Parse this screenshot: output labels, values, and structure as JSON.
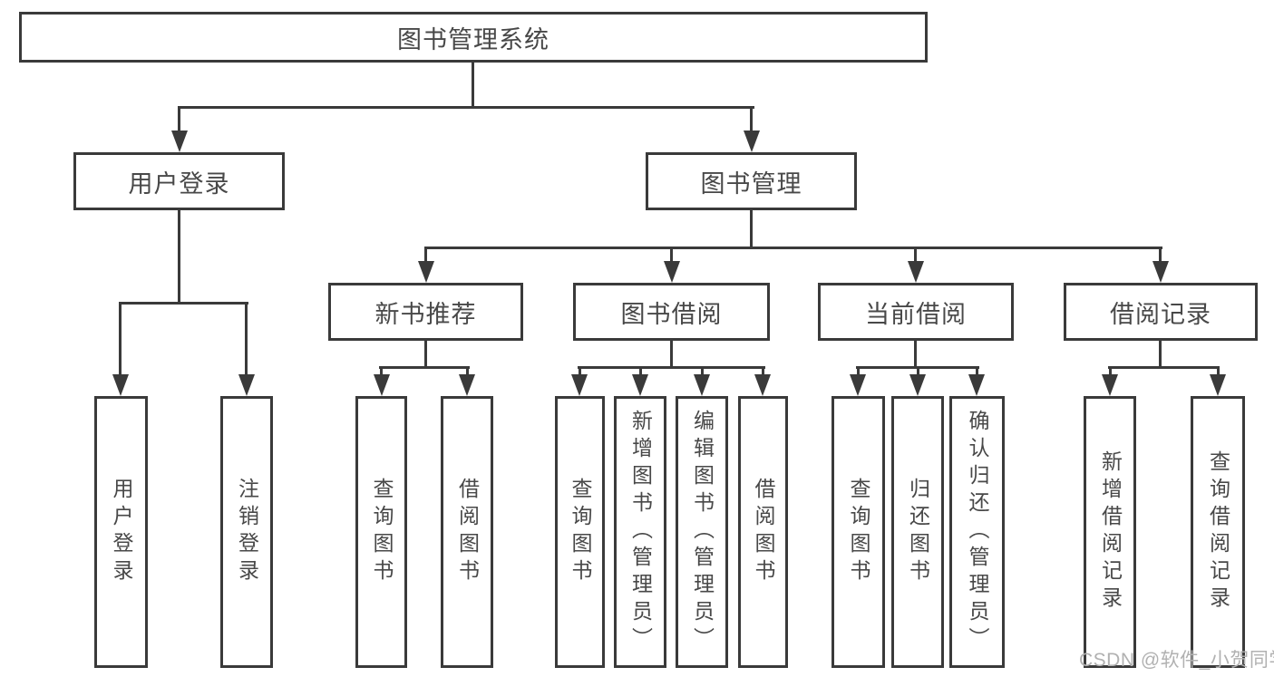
{
  "tree": {
    "label": "图书管理系统",
    "children": [
      {
        "label": "用户登录",
        "children": [
          {
            "label": "用户登录"
          },
          {
            "label": "注销登录"
          }
        ]
      },
      {
        "label": "图书管理",
        "children": [
          {
            "label": "新书推荐",
            "children": [
              {
                "label": "查询图书"
              },
              {
                "label": "借阅图书"
              }
            ]
          },
          {
            "label": "图书借阅",
            "children": [
              {
                "label": "查询图书"
              },
              {
                "label": "新增图书（管理员）"
              },
              {
                "label": "编辑图书（管理员）"
              },
              {
                "label": "借阅图书"
              }
            ]
          },
          {
            "label": "当前借阅",
            "children": [
              {
                "label": "查询图书"
              },
              {
                "label": "归还图书"
              },
              {
                "label": "确认归还（管理员）"
              }
            ]
          },
          {
            "label": "借阅记录",
            "children": [
              {
                "label": "新增借阅记录"
              },
              {
                "label": "查询借阅记录"
              }
            ]
          }
        ]
      }
    ]
  },
  "watermark": "CSDN @软件_小贺同学",
  "colors": {
    "line": "#3a3a3a",
    "text": "#484848",
    "watermark": "#b1b1b1",
    "background": "#ffffff"
  }
}
